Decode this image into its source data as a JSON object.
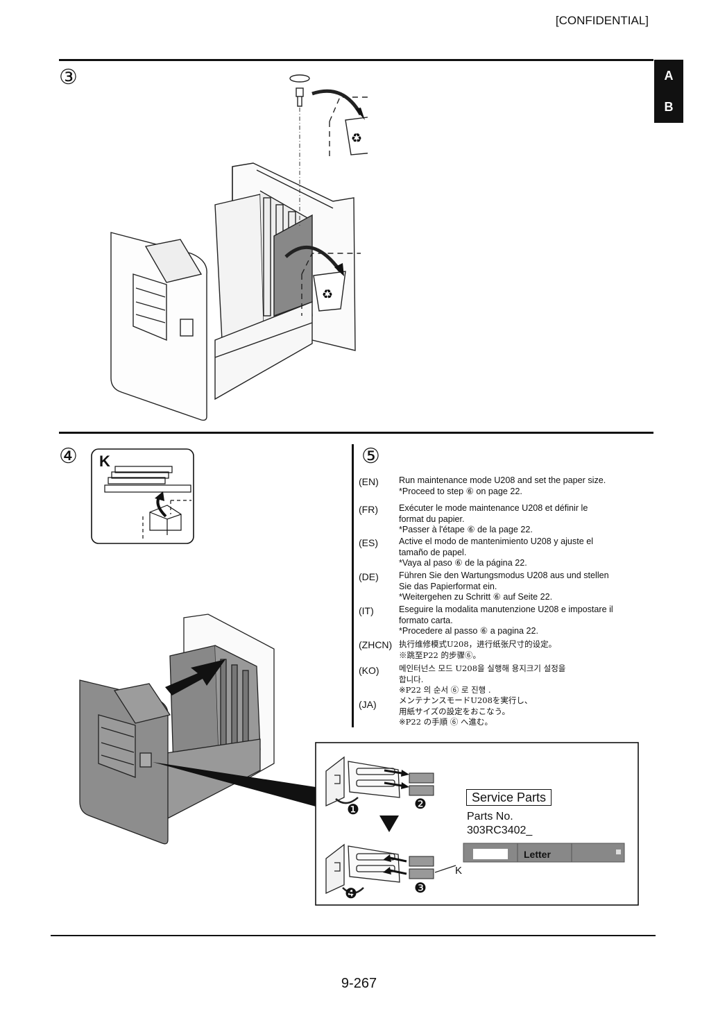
{
  "header": {
    "confidential": "[CONFIDENTIAL]"
  },
  "side_tabs": [
    "A",
    "B"
  ],
  "steps": {
    "s3": "③",
    "s4": "④",
    "s5": "⑤"
  },
  "callout": {
    "k_label": "K"
  },
  "instructions": [
    {
      "lang": "(EN)",
      "lines": [
        "Run maintenance mode U208 and set the paper size.",
        "*Proceed to step ⑥ on page 22."
      ]
    },
    {
      "lang": "(FR)",
      "lines": [
        "Exécuter le mode maintenance U208 et définir le",
        "format du papier.",
        "*Passer à l'étape ⑥ de la page 22."
      ]
    },
    {
      "lang": "(ES)",
      "lines": [
        "Active el modo de mantenimiento U208 y ajuste el",
        "tamaño de papel.",
        "*Vaya al paso ⑥ de la página 22."
      ]
    },
    {
      "lang": "(DE)",
      "lines": [
        "Führen Sie den Wartungsmodus U208 aus und stellen",
        "Sie das Papierformat ein.",
        "*Weitergehen zu Schritt ⑥ auf Seite 22."
      ]
    },
    {
      "lang": "(IT)",
      "lines": [
        "Eseguire la modalita manutenzione U208 e impostare il",
        "formato carta.",
        "*Procedere al passo ⑥ a pagina 22."
      ]
    },
    {
      "lang": "(ZHCN)",
      "lines": [
        "执行维修模式U208，进行纸张尺寸的设定。",
        "※跳至P22 的步骤⑥。"
      ]
    },
    {
      "lang": "(KO)",
      "lines": [
        "메인터넌스 모드 U208을 실행해 용지크기 설정을",
        "합니다.",
        "※P22 의 순서 ⑥ 로 진행 ."
      ]
    },
    {
      "lang": "(JA)",
      "lines": [
        "メンテナンスモードU208を実行し、",
        "用紙サイズの設定をおこなう。",
        "※P22 の手順 ⑥ へ進む。"
      ]
    }
  ],
  "service_parts": {
    "title": "Service Parts",
    "parts_no_label": "Parts No.",
    "parts_no": "303RC3402_",
    "label_text": "Letter",
    "k_pointer": "K",
    "sub_steps": [
      "❶",
      "❷",
      "❸",
      "❹"
    ]
  },
  "footer": {
    "page_number": "9-267"
  }
}
